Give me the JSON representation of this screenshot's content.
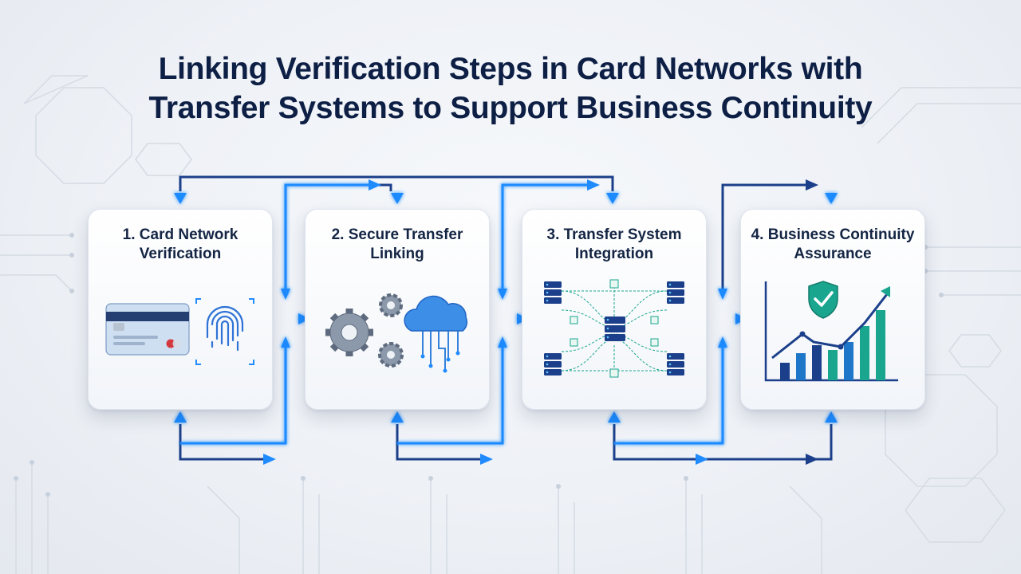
{
  "title": {
    "line1": "Linking Verification Steps in Card Networks with",
    "line2": "Transfer Systems to Support Business Continuity"
  },
  "steps": [
    {
      "title_line1": "1. Card Network",
      "title_line2": "Verification",
      "icon": "credit-card-fingerprint-icon"
    },
    {
      "title_line1": "2. Secure Transfer",
      "title_line2": "Linking",
      "icon": "gears-cloud-icon"
    },
    {
      "title_line1": "3. Transfer System",
      "title_line2": "Integration",
      "icon": "server-network-icon"
    },
    {
      "title_line1": "4. Business Continuity",
      "title_line2": "Assurance",
      "icon": "shield-growth-chart-icon"
    }
  ],
  "colors": {
    "title": "#0d1f45",
    "arrow_dark": "#1b3f8a",
    "arrow_bright": "#1f8bff",
    "teal": "#1aa58f"
  }
}
